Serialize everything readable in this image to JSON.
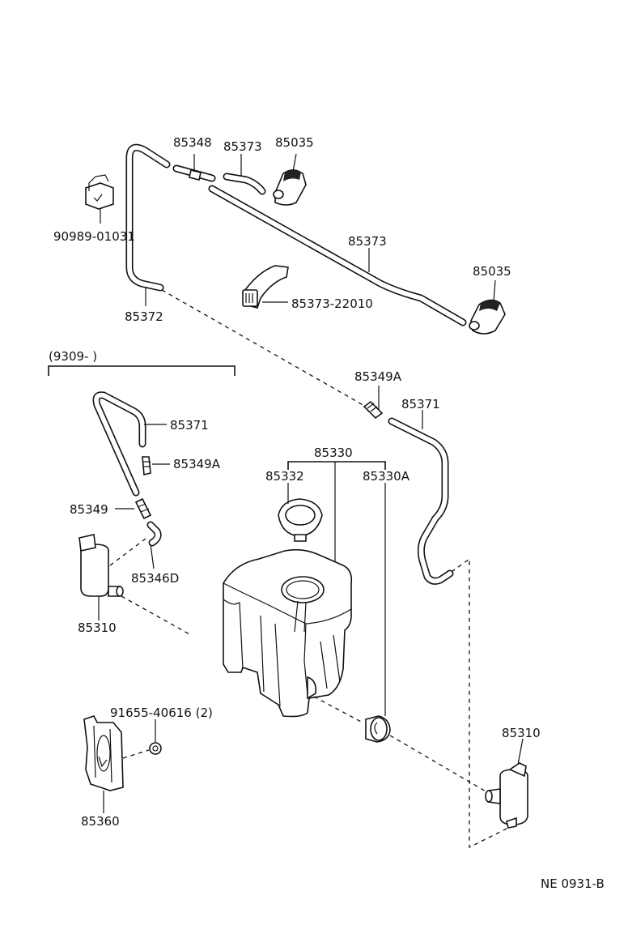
{
  "labels": {
    "p85348": "85348",
    "p85373_top": "85373",
    "p85035_top": "85035",
    "p90989": "90989-01031",
    "p85373_mid": "85373",
    "p85035_right": "85035",
    "p85372": "85372",
    "p85373_22010": "85373-22010",
    "bracket_date": "(9309-        )",
    "p85349A_right": "85349A",
    "p85371_right": "85371",
    "p85371_left": "85371",
    "p85330": "85330",
    "p85349A_left": "85349A",
    "p85332": "85332",
    "p85330A": "85330A",
    "p85349": "85349",
    "p85346D": "85346D",
    "p85310_left": "85310",
    "p91655": "91655-40616 (2)",
    "p85310_right": "85310",
    "p85360": "85360",
    "code": "NE  0931-B"
  }
}
